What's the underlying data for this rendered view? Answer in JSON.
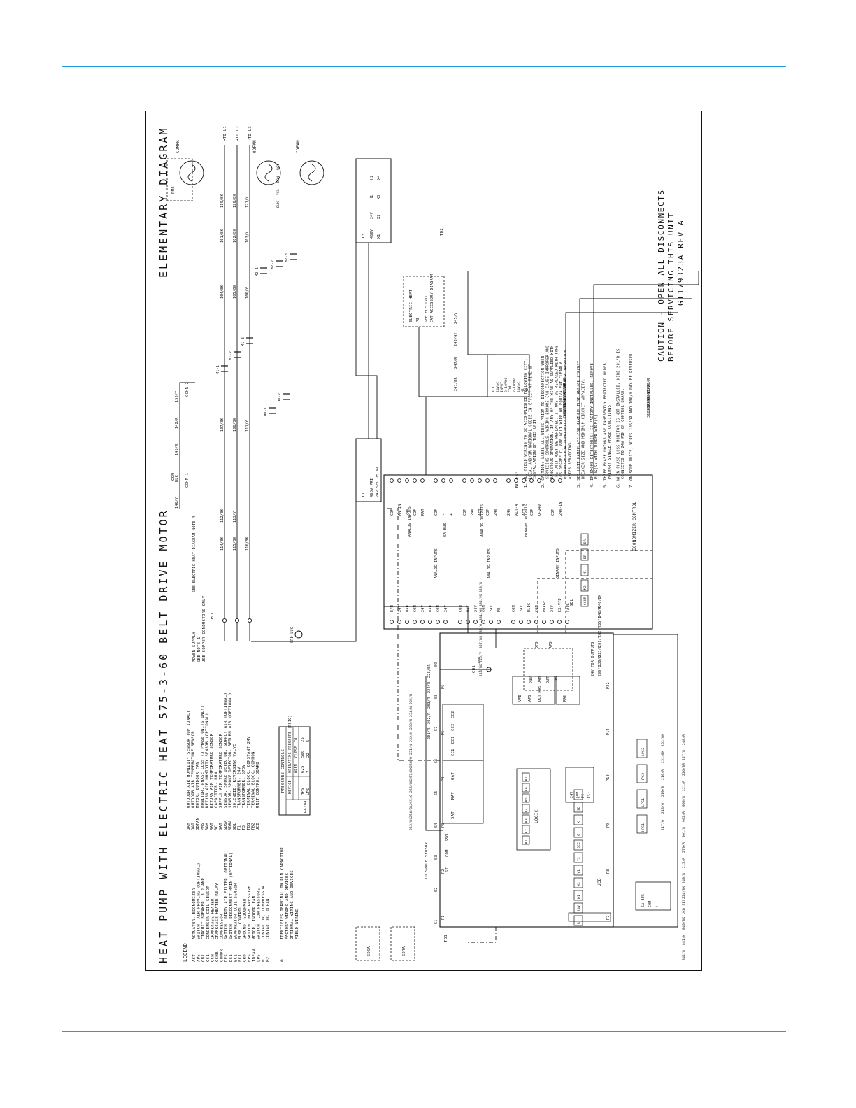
{
  "page": {
    "rule_color": "#1a9fd8",
    "ink": "#111111"
  },
  "title_block": {
    "title": "HEAT PUMP WITH ELECTRIC HEAT 575-3-60 BELT DRIVE MOTOR",
    "header": "ELEMENTARY DIAGRAM",
    "caution_1": "CAUTION - OPEN ALL DISCONNECTS",
    "caution_2": "BEFORE SERVICING THIS UNIT",
    "drawing_no": "GI179323A REV A"
  },
  "legend": {
    "heading": "LEGEND",
    "col1": [
      {
        "code": "ACT",
        "desc": "ACTUATOR, ECONOMIZER"
      },
      {
        "code": "APS",
        "desc": "SWITCH, AIR PROVING (OPTIONAL)"
      },
      {
        "code": "CB1",
        "desc": "CIRCUIT BREAKER, 3.2 AMP"
      },
      {
        "code": "CC1",
        "desc": "CONDENSER COIL SENSOR"
      },
      {
        "code": "CCH",
        "desc": "CRANKCASE HEATER"
      },
      {
        "code": "CCHR",
        "desc": "CRANKCASE HEATER RELAY"
      },
      {
        "code": "COMPR",
        "desc": "COMPRESSOR"
      },
      {
        "code": "DFS",
        "desc": "SWITCH, DIRTY AIR FILTER (OPTIONAL)"
      },
      {
        "code": "DS1",
        "desc": "SWITCH, DISCONNECT MAIN (OPTIONAL)"
      },
      {
        "code": "EC1",
        "desc": "EVAPORATOR COIL SENSOR"
      },
      {
        "code": "FC1",
        "desc": "FUSE, CONTROL"
      },
      {
        "code": "GRD",
        "desc": "GROUND, EQUIPMENT"
      },
      {
        "code": "HPS",
        "desc": "SWITCH, HIGH PRESSURE"
      },
      {
        "code": "IDFAN",
        "desc": "MOTOR, INDOOR FAN"
      },
      {
        "code": "LPS",
        "desc": "SWITCH, LOW PRESSURE"
      },
      {
        "code": "M1",
        "desc": "CONTACTOR, COMPRESSOR"
      },
      {
        "code": "M2",
        "desc": "CONTACTOR, ODFAN"
      }
    ],
    "col2": [
      {
        "code": "OAH",
        "desc": "OUTDOOR AIR HUMIDITY SENSOR (OPTIONAL)"
      },
      {
        "code": "OAT",
        "desc": "OUTDOOR AIR TEMPERATURE SENSOR"
      },
      {
        "code": "ODFAN",
        "desc": "MOTOR, OUTDOOR FAN"
      },
      {
        "code": "PMS",
        "desc": "MONITOR, PHASE LOSS (3 PHASE UNITS ONLY)"
      },
      {
        "code": "RAH",
        "desc": "RETURN AIR HUMIDITY SENSOR (OPTIONAL)"
      },
      {
        "code": "RAT",
        "desc": "RETURN AIR TEMPERATURE SENSOR"
      },
      {
        "code": "RC",
        "desc": "CAPACITOR, RUN"
      },
      {
        "code": "SAT",
        "desc": "SUPPLY AIR TEMPERATURE SENSOR"
      },
      {
        "code": "SDSA",
        "desc": "SENSOR, SMOKE DETECTOR, SUPPLY AIR (OPTIONAL)"
      },
      {
        "code": "SDRA",
        "desc": "SENSOR, SMOKE DETECTOR, RETURN AIR (OPTIONAL)"
      },
      {
        "code": "SOL",
        "desc": "SOLENOID, REVERSING VALVE"
      },
      {
        "code": "T1",
        "desc": "TRANSFORMER, 24V"
      },
      {
        "code": "T3",
        "desc": "TRANSFORMER, 575V"
      },
      {
        "code": "TB1",
        "desc": "TERMINAL BLOCK, CONSTANT 24V"
      },
      {
        "code": "TB2",
        "desc": "TERMINAL BLOCK, COMMON"
      },
      {
        "code": "UCB",
        "desc": "UNIT CONTROL BOARD"
      }
    ],
    "symbols": [
      {
        "sym": "⊗",
        "desc": "IDENTIFIES TERMINAL ON RUN CAPACITOR"
      },
      {
        "sym": "———",
        "desc": "FACTORY WIRING AND DEVICES"
      },
      {
        "sym": "– – –",
        "desc": "OPTIONAL WIRING AND DEVICES"
      },
      {
        "sym": "—·—",
        "desc": "FIELD WIRING"
      }
    ]
  },
  "pressure_table": {
    "title": "PRESSURE CONTROLS",
    "head": [
      "DEVICE",
      "OPERATING PRESSURE (PSIG)"
    ],
    "sub": [
      "OPEN",
      "CLOSE",
      "TOL"
    ],
    "rows": [
      {
        "ref": "R410A",
        "device": "HPS",
        "open": "625",
        "close": "500",
        "tol": "25"
      },
      {
        "ref": "",
        "device": "LPS",
        "open": "7",
        "close": "22",
        "tol": "5"
      }
    ]
  },
  "notes": {
    "heading": "NOTES:",
    "items": [
      "1. ALL FIELD WIRING TO BE ACCOMPLISHED FOLLOWING CITY, LOCAL AND/OR NATIONAL CODES IN EFFECT AT TIME OF INSTALLATION OF THIS UNIT.",
      "2. CAUTION: LABEL ALL WIRES PRIOR TO DISCONNECTION WHEN SERVICING CONTROLS. WIRING ERRORS CAN CAUSE IMPROPER AND DANGEROUS OPERATION. IF ANY OF THE WIRE AS SUPPLIED WITH THE UNIT MUST BE REPLACED, IT MUST BE REPLACED WITH TYPE 105 DEGREE C, 600 VOLT WIRE OR EQUIVALENT CLEARLY RENUMBERED FOR IDENTIFICATION. VERIFY PROPER OPERATION AFTER SERVICING.",
      "3. SEE UNIT NAMEPLATE FOR MAXIMUM FUSE AND/OR CIRCUIT BREAKER SIZE AND MINIMUM CIRCUIT AMPACITY.",
      "4. IF SMOKE DETECTOR(S) IS FACTORY INSTALLED, REMOVE PLUG(S) WITH JUMPER WIRE(S).",
      "5. THREE PHASE MOTORS ARE INHERENTLY PROTECTED UNDER PRIMARY SINGLE PHASE CONDITIONS.",
      "6. WHEN PHASE LOSS MONITOR IS NOT INSTALLED, WIRE 201/R IS CONNECTED TO 24V PIN ON CONTROL BOARD.",
      "7. ON SOME UNITS, WIRES 105/OR AND 106/Y MAY BE REVERSED."
    ]
  },
  "power": {
    "supply_label": "POWER SUPPLY SEE NOTE 1 USE COPPER CONDUCTORS ONLY",
    "see_heat": "SEE ELECTRIC HEAT DIAGRAM NOTE 4",
    "lines": [
      "L1",
      "L2",
      "L3"
    ],
    "ds1": "DS1",
    "grd": "GRD LUG",
    "motors": [
      "COMPR",
      "ODFAN",
      "IDFAN"
    ],
    "wires": [
      "119/BK",
      "120/BK",
      "121/Y",
      "101/BK",
      "102/BK",
      "103/Y",
      "104/BK",
      "105/BK",
      "106/Y",
      "107/BK",
      "108/BK",
      "111/Y",
      "112/BK",
      "113/Y",
      "114/BK",
      "115/BK",
      "116/BK"
    ],
    "contactors": [
      "M1-1",
      "M1-2",
      "M1-3",
      "M2-1",
      "M2-2",
      "M2-3",
      "DR-1",
      "DR-2"
    ],
    "ccm": "CCM",
    "cchr": [
      "CCHR-1",
      "CCHR-2"
    ],
    "ccm_wires": [
      "146/Y",
      "BLK",
      "146/R",
      "142/R",
      "150/Y"
    ],
    "pms": "PMS",
    "odfan_parts": [
      "BLK",
      "YEL",
      "BRN",
      "RC1"
    ],
    "transformer": {
      "t1": "T1",
      "t3": "T3",
      "pri": "460V PRI",
      "sec": "24V SEC 75 VA",
      "taps": [
        "460V",
        "24V",
        "H1",
        "H2",
        "X1",
        "X2",
        "X3",
        "X4"
      ]
    }
  },
  "heat": {
    "label": "ELECTRIC HEAT",
    "plug": "P3",
    "acc": "SEE ELECTRIC HEAT ACCESSORY DIAGRAM",
    "wires": [
      "241/BR",
      "247/R",
      "243/GY",
      "245/V"
    ],
    "tb": "TB2"
  },
  "econ": {
    "title": "ECONOMIZER CONTROL",
    "upper": [
      {
        "sec": "ANALOG INPUTS",
        "pins": [
          "COM",
          "AN IN",
          "24V",
          "COM",
          "RAT"
        ]
      },
      {
        "sec": "SA BUS",
        "pins": [
          "COM",
          "-",
          "+"
        ]
      },
      {
        "sec": "ANALOG OUTPUTS",
        "pins": [
          "COM",
          "24V",
          "ACT",
          "COM",
          "24V"
        ]
      },
      {
        "sec": "BINARY OUTPUTS",
        "pins": [
          "24V",
          "ACT-A",
          "ACT-B",
          "COM",
          "O-24V"
        ]
      },
      {
        "sec": "",
        "pins": [
          "COM",
          "24V-IN"
        ]
      }
    ],
    "lower": [
      {
        "sec": "ANALOG INPUTS",
        "pins": [
          "E/M",
          "24V",
          "OAH",
          "COM",
          "24V",
          "RAH",
          "COM",
          "24V"
        ]
      },
      {
        "sec": "ANALOG INPUTS",
        "pins": [
          "COM",
          "OAT",
          "24V",
          "COM",
          "24V",
          "PR"
        ]
      },
      {
        "sec": "BINARY INPUTS",
        "pins": [
          "COM",
          "24V",
          "BLDG",
          "COM",
          "PURGE",
          "24V",
          "EX-VFD",
          "FAULT"
        ]
      }
    ],
    "act_box": [
      "ACT",
      "24VAC",
      "INPUT",
      "0-10VDC",
      "COM",
      "2-10VDC",
      "24VAC",
      "M2",
      "M1"
    ],
    "wires": [
      "840/BK",
      "841/W",
      "842/R",
      "845/BR",
      "846/R",
      "318/BR",
      "207/BR",
      "243/GY",
      "841/V",
      "200/R"
    ],
    "cb": "CB1",
    "cb_rating": "3.2 AMP",
    "sensors": [
      "24V",
      "OAH",
      "OUT",
      "COM"
    ]
  },
  "ucb": {
    "label": "UCB",
    "p1": [
      "SAT",
      "RAT",
      "OAT"
    ],
    "p2": [
      "CC1",
      "EC1",
      "CC2",
      "EC2"
    ],
    "p3": [
      "ST",
      "COM",
      "SSO"
    ],
    "space": "TO SPACE SENSOR",
    "logic": "LOGIC",
    "relays": [
      "K1",
      "K2",
      "K3",
      "K4",
      "K5",
      "K6",
      "K7"
    ],
    "tstat": [
      "R",
      "24V",
      "W1",
      "W2",
      "Y1",
      "Y2",
      "OCC",
      "G",
      "X",
      "SD",
      "C"
    ],
    "pms_wires": [
      "201/R",
      "202/R",
      "203/R",
      "222/R",
      "228/BR"
    ],
    "sensor_wires": [
      "253/BL",
      "254/BL",
      "255/O",
      "256/BK",
      "257/BK",
      "258/O",
      "231/W",
      "232/W",
      "233/W",
      "234/W",
      "235/W"
    ],
    "right_wires": [
      "299/BL",
      "330/O",
      "223/O",
      "281/Y",
      "282/Y",
      "205/O",
      "842/R",
      "840/BK"
    ],
    "sol": "SOL",
    "relay_labels": [
      "CCHR",
      "M2",
      "M1",
      "DR",
      "DR"
    ],
    "plugs": [
      "P1",
      "P2",
      "P3",
      "P4",
      "P5",
      "P6",
      "P7",
      "P8",
      "P9",
      "P10",
      "P14",
      "P22"
    ],
    "p22": [
      "VFD",
      "APS",
      "DCT PRS"
    ],
    "p4": [
      "RAH"
    ],
    "s_labels": [
      "S1",
      "S2",
      "S3",
      "S4",
      "S5",
      "S6",
      "S7",
      "S8",
      "S9"
    ],
    "out_label": "24V FOR OUTPUTS",
    "dfs": [
      "DFS",
      "APS"
    ],
    "sd_wires": [
      "224/BK",
      "225/V",
      "327/BR",
      "330/O",
      "831/OR",
      "832/PK",
      "823/R"
    ],
    "sd": [
      "SDSA",
      "SDRA"
    ],
    "tb1": "TB1",
    "pressure": [
      "HPS1",
      "LPS1",
      "HPS2",
      "LPS2"
    ],
    "pwires": [
      "217/O",
      "218/O",
      "219/B",
      "210/R",
      "251/BK",
      "252/BK"
    ],
    "bottom_wires": [
      "842/R",
      "841/W",
      "840/BK",
      "UCB_SIS",
      "224/BK",
      "249/R",
      "213/R",
      "279/R",
      "901/R",
      "902/R",
      "903/R",
      "221/R",
      "226/BR",
      "227/R",
      "248/R"
    ],
    "vfd": [
      "24V",
      "COM",
      "FC+",
      "FC-"
    ],
    "sabus": [
      "SA BUS",
      "COM",
      "+",
      "-"
    ]
  }
}
